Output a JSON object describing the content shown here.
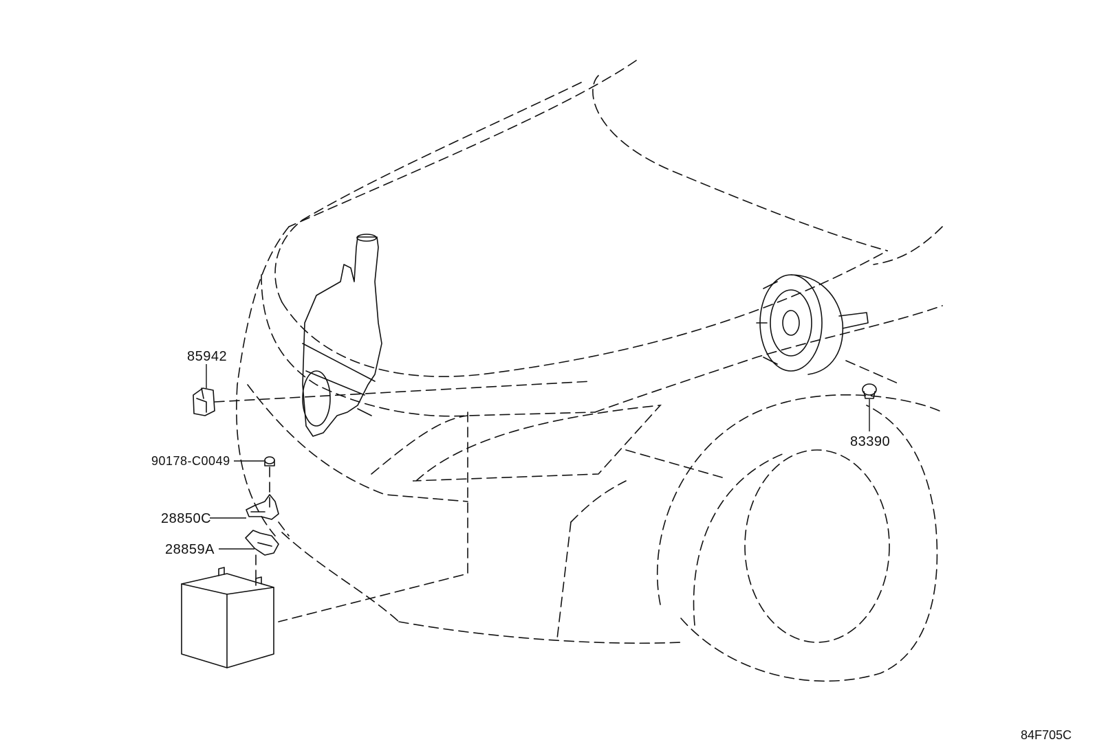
{
  "parts": {
    "horn_bracket": "85942",
    "bolt": "90178-C0049",
    "clamp_upper": "28850C",
    "clamp_lower": "28859A",
    "grommet": "83390"
  },
  "figure_code": "84F705C"
}
